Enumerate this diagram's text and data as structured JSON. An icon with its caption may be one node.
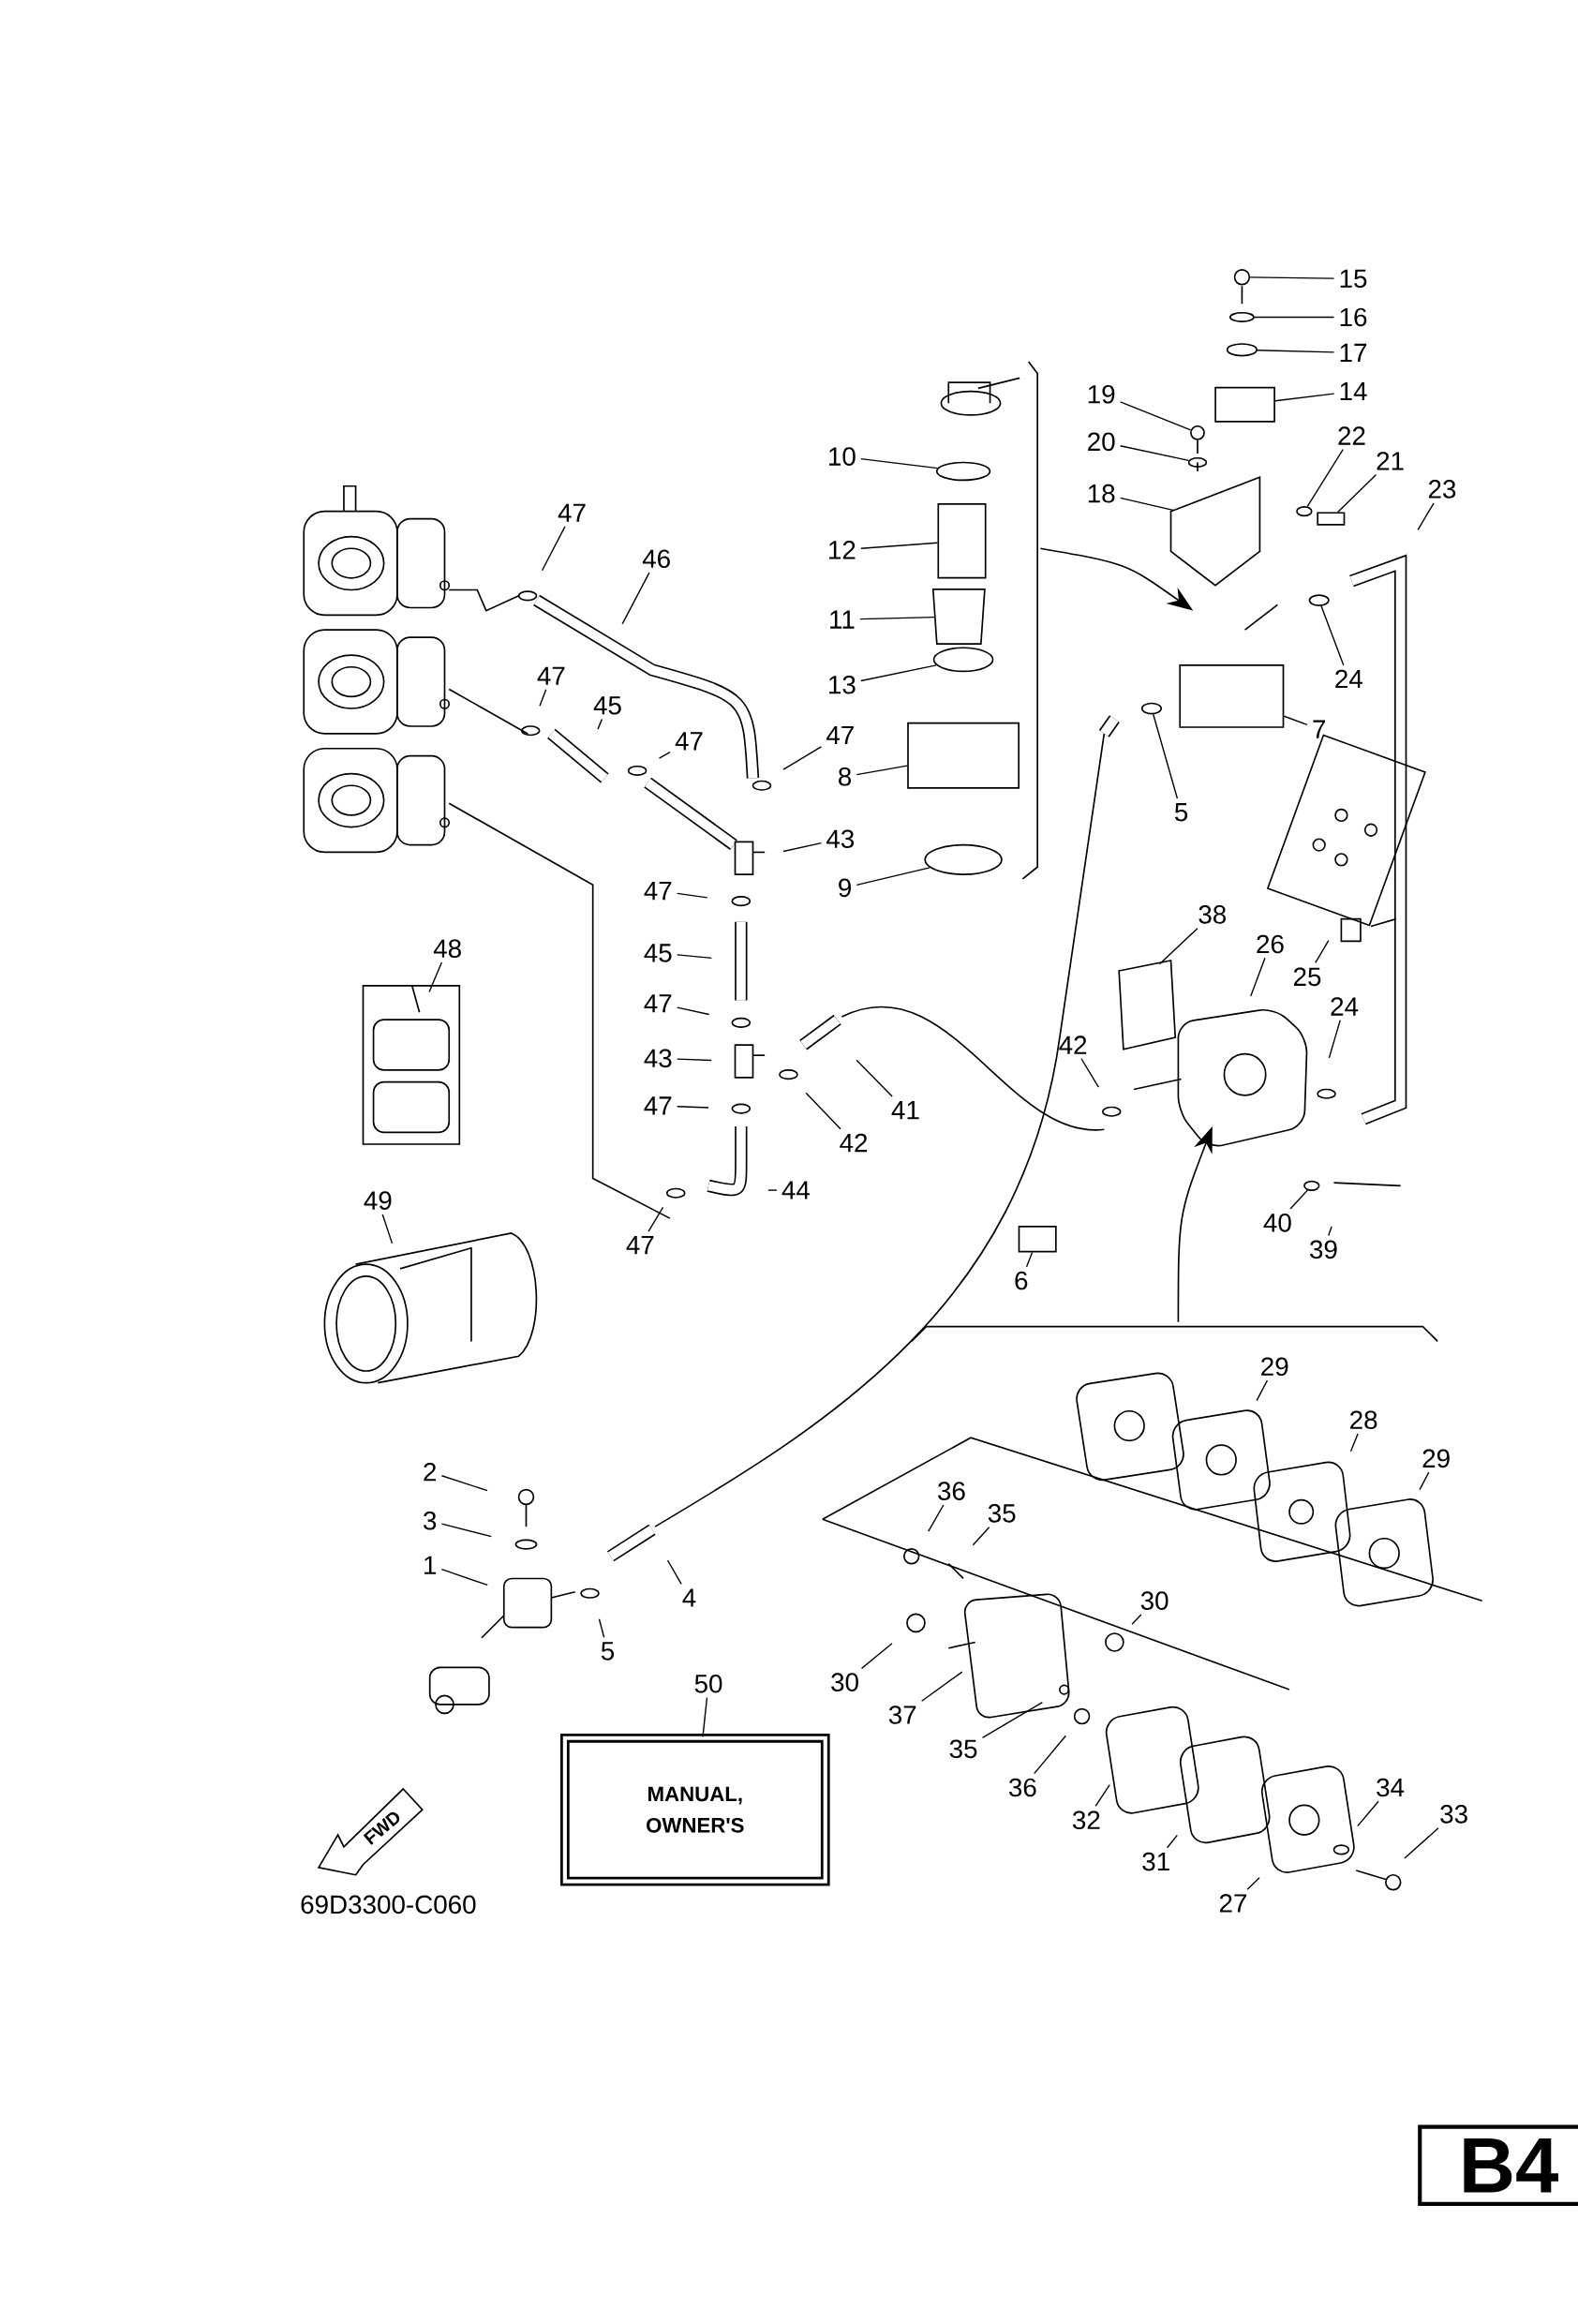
{
  "diagram": {
    "nodes": [
      {
        "text": [
          "15"
        ]
      },
      {
        "text": [
          "16"
        ]
      },
      {
        "text": [
          "17"
        ]
      },
      {
        "text": [
          "14"
        ]
      },
      {
        "text": [
          "19"
        ]
      },
      {
        "text": [
          "10"
        ]
      },
      {
        "text": [
          "20"
        ]
      },
      {
        "text": [
          "22"
        ]
      },
      {
        "text": [
          "21"
        ]
      },
      {
        "text": [
          "18"
        ]
      },
      {
        "text": [
          "23"
        ]
      },
      {
        "text": [
          "47"
        ]
      },
      {
        "text": [
          "12"
        ]
      },
      {
        "text": [
          "46"
        ]
      },
      {
        "text": [
          "11"
        ]
      },
      {
        "text": [
          "47"
        ]
      },
      {
        "text": [
          "24"
        ]
      },
      {
        "text": [
          "13"
        ]
      },
      {
        "text": [
          "45"
        ]
      },
      {
        "text": [
          "7"
        ]
      },
      {
        "text": [
          "47"
        ]
      },
      {
        "text": [
          "47"
        ]
      },
      {
        "text": [
          "8"
        ]
      },
      {
        "text": [
          "5"
        ]
      },
      {
        "text": [
          "43"
        ]
      },
      {
        "text": [
          "9"
        ]
      },
      {
        "text": [
          "47"
        ]
      },
      {
        "text": [
          "38"
        ]
      },
      {
        "text": [
          "26"
        ]
      },
      {
        "text": [
          "48"
        ]
      },
      {
        "text": [
          "45"
        ]
      },
      {
        "text": [
          "25"
        ]
      },
      {
        "text": [
          "47"
        ]
      },
      {
        "text": [
          "24"
        ]
      },
      {
        "text": [
          "42"
        ]
      },
      {
        "text": [
          "43"
        ]
      },
      {
        "text": [
          "47"
        ]
      },
      {
        "text": [
          "41"
        ]
      },
      {
        "text": [
          "42"
        ]
      },
      {
        "text": [
          "44"
        ]
      },
      {
        "text": [
          "49"
        ]
      },
      {
        "text": [
          "40"
        ]
      },
      {
        "text": [
          "47"
        ]
      },
      {
        "text": [
          "39"
        ]
      },
      {
        "text": [
          "6"
        ]
      },
      {
        "text": [
          "29"
        ]
      },
      {
        "text": [
          "28"
        ]
      },
      {
        "text": [
          "29"
        ]
      },
      {
        "text": [
          "2"
        ]
      },
      {
        "text": [
          "36"
        ]
      },
      {
        "text": [
          "35"
        ]
      },
      {
        "text": [
          "3"
        ]
      },
      {
        "text": [
          "1"
        ]
      },
      {
        "text": [
          "4"
        ]
      },
      {
        "text": [
          "30"
        ]
      },
      {
        "text": [
          "5"
        ]
      },
      {
        "text": [
          "30"
        ]
      },
      {
        "text": [
          "50"
        ]
      },
      {
        "text": [
          "37"
        ]
      },
      {
        "text": [
          "35"
        ]
      },
      {
        "text": [
          "MANUAL, OWNER'S"
        ]
      },
      {
        "text": [
          "36"
        ]
      },
      {
        "text": [
          "34"
        ]
      },
      {
        "text": [
          "33"
        ]
      },
      {
        "text": [
          "32"
        ]
      },
      {
        "text": [
          "31"
        ]
      },
      {
        "text": [
          "27"
        ]
      },
      {
        "text": [
          "FWD"
        ]
      },
      {
        "text": [
          "B4"
        ]
      },
      {
        "text": [],
        "shape": "ellipse"
      },
      {
        "text": [],
        "shape": "box"
      },
      {
        "text": [],
        "shape": "trapezoid"
      },
      {
        "text": [],
        "shape": "ellipse"
      },
      {
        "text": [],
        "shape": "cylinder"
      },
      {
        "text": [],
        "shape": "ellipse"
      },
      {
        "text": [],
        "shape": "cylinder"
      },
      {
        "text": [],
        "shape": "bar"
      },
      {
        "text": [],
        "shape": "ellipse"
      },
      {
        "text": [],
        "shape": "box"
      },
      {
        "text": [],
        "shape": "ellipse"
      },
      {
        "text": [],
        "shape": "ellipse"
      },
      {
        "text": [],
        "shape": "ellipse"
      },
      {
        "text": [],
        "shape": "circle"
      },
      {
        "text": [],
        "shape": "ellipse"
      },
      {
        "text": [],
        "shape": "ellipse"
      },
      {
        "text": [],
        "shape": "box"
      },
      {
        "text": [],
        "shape": "circle"
      },
      {
        "text": [],
        "shape": "ellipse"
      }
    ],
    "edges": [
      {
        "from": 0,
        "to": 82,
        "arrow": "none"
      },
      {
        "from": 1,
        "to": 83,
        "arrow": "none"
      },
      {
        "from": 2,
        "to": 84,
        "arrow": "none"
      },
      {
        "from": 3,
        "to": 85,
        "arrow": "none"
      },
      {
        "from": 4,
        "to": 86,
        "arrow": "none"
      },
      {
        "from": 5,
        "to": 69,
        "arrow": "none"
      },
      {
        "from": 6,
        "to": 87,
        "arrow": "none"
      },
      {
        "from": 7,
        "to": 79,
        "arrow": "none"
      },
      {
        "from": 8,
        "to": 76,
        "arrow": "none"
      },
      {
        "from": 9,
        "to": null,
        "arrow": "none"
      },
      {
        "from": 10,
        "to": null,
        "arrow": "none"
      },
      {
        "from": 11,
        "to": null,
        "arrow": "none"
      },
      {
        "from": 12,
        "to": 70,
        "arrow": "none"
      },
      {
        "from": 13,
        "to": null,
        "arrow": "none"
      },
      {
        "from": 14,
        "to": 71,
        "arrow": "none"
      },
      {
        "from": 15,
        "to": null,
        "arrow": "none"
      },
      {
        "from": 16,
        "to": 80,
        "arrow": "none"
      },
      {
        "from": 17,
        "to": 72,
        "arrow": "none"
      },
      {
        "from": 18,
        "to": null,
        "arrow": "none"
      },
      {
        "from": 19,
        "to": 75,
        "arrow": "none"
      },
      {
        "from": 20,
        "to": null,
        "arrow": "none"
      },
      {
        "from": 21,
        "to": null,
        "arrow": "none"
      },
      {
        "from": 22,
        "to": 73,
        "arrow": "none"
      },
      {
        "from": 23,
        "to": 77,
        "arrow": "none"
      },
      {
        "from": 24,
        "to": null,
        "arrow": "none"
      },
      {
        "from": 25,
        "to": 74,
        "arrow": "none"
      },
      {
        "from": 26,
        "to": null,
        "arrow": "none"
      },
      {
        "from": 27,
        "to": null,
        "arrow": "none"
      },
      {
        "from": 28,
        "to": null,
        "arrow": "none"
      },
      {
        "from": 29,
        "to": null,
        "arrow": "none"
      },
      {
        "from": 30,
        "to": null,
        "arrow": "none"
      },
      {
        "from": 31,
        "to": null,
        "arrow": "none"
      },
      {
        "from": 32,
        "to": null,
        "arrow": "none"
      },
      {
        "from": 33,
        "to": null,
        "arrow": "none"
      },
      {
        "from": 34,
        "to": null,
        "arrow": "none"
      },
      {
        "from": 35,
        "to": null,
        "arrow": "none"
      },
      {
        "from": 36,
        "to": null,
        "arrow": "none"
      },
      {
        "from": 37,
        "to": null,
        "arrow": "none"
      },
      {
        "from": 38,
        "to": null,
        "arrow": "none"
      },
      {
        "from": 39,
        "to": null,
        "arrow": "none"
      },
      {
        "from": 40,
        "to": null,
        "arrow": "none"
      },
      {
        "from": 41,
        "to": 81,
        "arrow": "none"
      },
      {
        "from": 42,
        "to": null,
        "arrow": "none"
      },
      {
        "from": 43,
        "to": null,
        "arrow": "none"
      },
      {
        "from": 44,
        "to": 78,
        "arrow": "none"
      },
      {
        "from": 45,
        "to": null,
        "arrow": "none"
      },
      {
        "from": 46,
        "to": null,
        "arrow": "none"
      },
      {
        "from": 47,
        "to": null,
        "arrow": "none"
      },
      {
        "from": 48,
        "to": null,
        "arrow": "none"
      },
      {
        "from": 49,
        "to": null,
        "arrow": "none"
      },
      {
        "from": 50,
        "to": null,
        "arrow": "none"
      },
      {
        "from": 51,
        "to": null,
        "arrow": "none"
      },
      {
        "from": 52,
        "to": null,
        "arrow": "none"
      },
      {
        "from": 53,
        "to": null,
        "arrow": "none"
      },
      {
        "from": 54,
        "to": null,
        "arrow": "none"
      },
      {
        "from": 55,
        "to": null,
        "arrow": "none"
      },
      {
        "from": 56,
        "to": null,
        "arrow": "none"
      },
      {
        "from": 57,
        "to": 60,
        "arrow": "none"
      },
      {
        "from": 58,
        "to": null,
        "arrow": "none"
      },
      {
        "from": 59,
        "to": null,
        "arrow": "none"
      },
      {
        "from": 61,
        "to": null,
        "arrow": "none"
      },
      {
        "from": 62,
        "to": null,
        "arrow": "none"
      },
      {
        "from": 63,
        "to": null,
        "arrow": "none"
      },
      {
        "from": 64,
        "to": null,
        "arrow": "none"
      },
      {
        "from": 65,
        "to": null,
        "arrow": "none"
      },
      {
        "from": 66,
        "to": null,
        "arrow": "none"
      }
    ],
    "labels": [
      "69D3300-C060"
    ]
  }
}
